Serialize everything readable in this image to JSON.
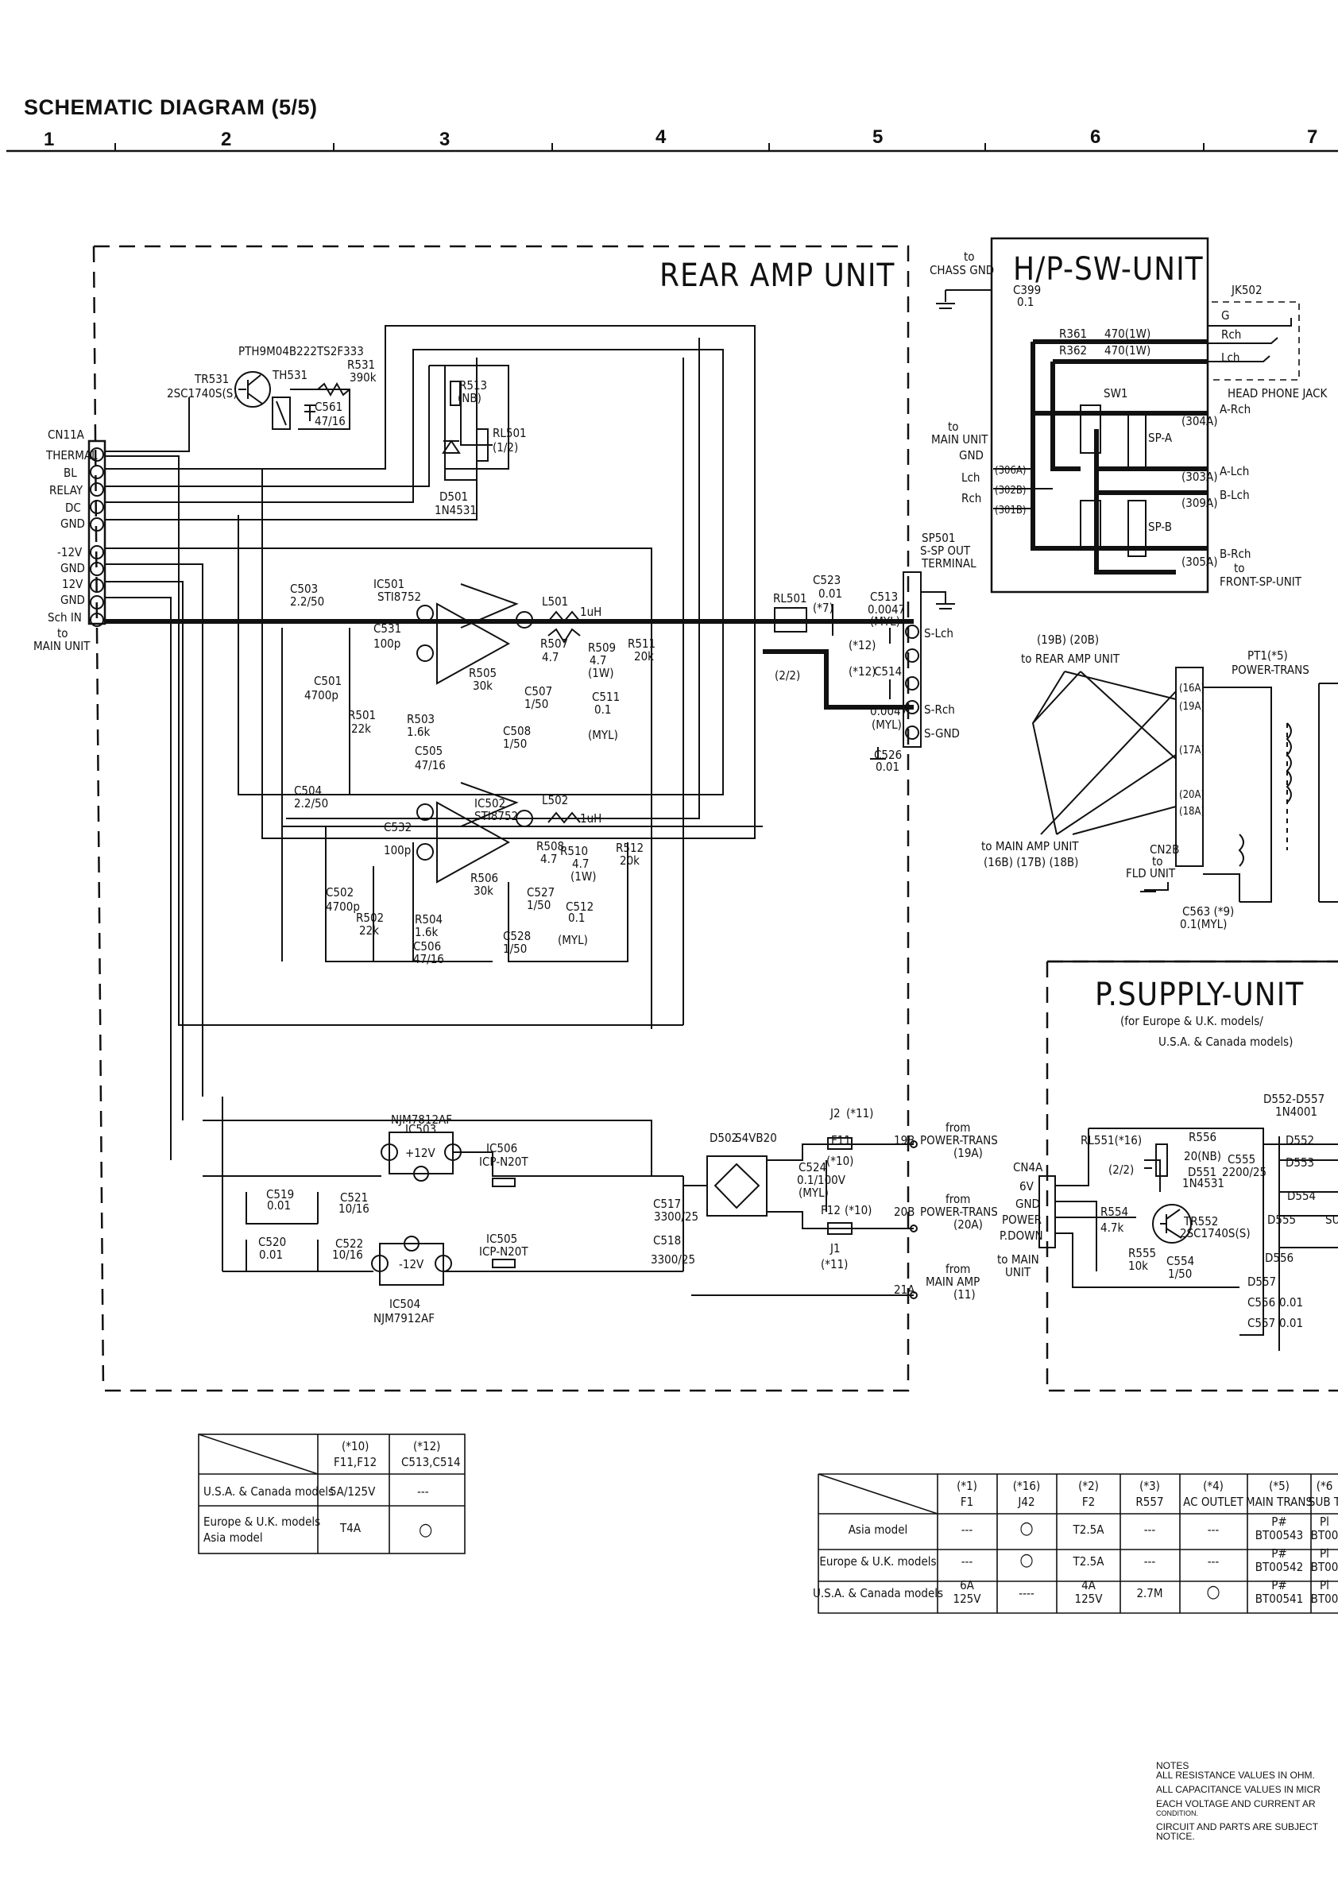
{
  "title": "SCHEMATIC DIAGRAM (5/5)",
  "columns": [
    "1",
    "2",
    "3",
    "4",
    "5",
    "6",
    "7"
  ],
  "units": {
    "rear_amp": "REAR AMP UNIT",
    "hp_sw": "H/P-SW-UNIT",
    "psu": "P.SUPPLY-UNIT",
    "psu_sub1": "(for Europe & U.K. models/",
    "psu_sub2": "U.S.A. & Canada models)"
  },
  "connector_cn11a": {
    "name": "CN11A",
    "pins": [
      "THERMAL",
      "BL",
      "RELAY",
      "DC",
      "GND",
      "-12V",
      "GND",
      "12V",
      "GND",
      "Sch IN"
    ],
    "to1": "to",
    "to2": "MAIN UNIT"
  },
  "components": {
    "pth": "PTH9M04B222TS2F333",
    "tr531": "TR531",
    "tr531_part": "2SC1740S(S)",
    "th531": "TH531",
    "r531": "R531",
    "r531_val": "390k",
    "c561": "C561",
    "c561_val": "47/16",
    "r513": "R513",
    "r513_val": "(NB)",
    "rl501": "RL501",
    "rl501_val": "(1/2)",
    "d501": "D501",
    "d501_part": "1N4531",
    "ic501": "IC501",
    "ic501_part": "STI8752",
    "ic502": "IC502",
    "ic502_part": "STI8752",
    "c503": "C503",
    "c503_val": "2.2/50",
    "c504": "C504",
    "c504_val": "2.2/50",
    "c531": "C531",
    "c531_val": "100p",
    "c532": "C532",
    "c532_val": "100p",
    "c501": "C501",
    "c501_val": "4700p",
    "c502": "C502",
    "c502_val": "4700p",
    "r501": "R501",
    "r501_val": "22k",
    "r502": "R502",
    "r502_val": "22k",
    "r503": "R503",
    "r503_val": "1.6k",
    "r504": "R504",
    "r504_val": "1.6k",
    "c505": "C505",
    "c505_val": "47/16",
    "c506": "C506",
    "c506_val": "47/16",
    "r505": "R505",
    "r505_val": "30k",
    "r506": "R506",
    "r506_val": "30k",
    "l501": "L501",
    "l501_val": "1uH",
    "l502": "L502",
    "l502_val": "1uH",
    "r507": "R507",
    "r507_val": "4.7",
    "r508": "R508",
    "r508_val": "4.7",
    "r509": "R509",
    "r509_val": "4.7",
    "r509_w": "(1W)",
    "r510": "R510",
    "r510_val": "4.7",
    "r510_w": "(1W)",
    "r511": "R511",
    "r511_val": "20k",
    "r512": "R512",
    "r512_val": "20k",
    "c507": "C507",
    "c507_val": "1/50",
    "c527": "C527",
    "c527_val": "1/50",
    "c508": "C508",
    "c508_val": "1/50",
    "c528": "C528",
    "c528_val": "1/50",
    "c511": "C511",
    "c511_val": "0.1",
    "c511_t": "(MYL)",
    "c512": "C512",
    "c512_val": "0.1",
    "c512_t": "(MYL)",
    "rl501b": "RL501",
    "rl501b_val": "(2/2)",
    "c523": "C523",
    "c523_val": "0.01",
    "c523_n": "(*7)",
    "c513": "C513",
    "c513_val": "0.0047",
    "c513_t": "(MYL)",
    "c514": "C514",
    "c514_val": "0.0047",
    "c514_t": "(MYL)",
    "n12a": "(*12)",
    "n12b": "(*12)",
    "c526": "C526",
    "c526_val": "0.01",
    "sp501": "SP501",
    "sp501_a": "S-SP OUT",
    "sp501_b": "TERMINAL",
    "slch": "S-Lch",
    "srch": "S-Rch",
    "sgnd": "S-GND",
    "ic503": "IC503",
    "ic503_part": "NJM7812AF",
    "p12v": "+12V",
    "ic504": "IC504",
    "ic504_part": "NJM7912AF",
    "m12v": "-12V",
    "ic506": "IC506",
    "ic506_part": "ICP-N20T",
    "ic505": "IC505",
    "ic505_part": "ICP-N20T",
    "c519": "C519",
    "c519_val": "0.01",
    "c520": "C520",
    "c520_val": "0.01",
    "c521": "C521",
    "c521_val": "10/16",
    "c522": "C522",
    "c522_val": "10/16",
    "c517": "C517",
    "c517_val": "3300/25",
    "c518": "C518",
    "c518_val": "3300/25",
    "d502": "D502",
    "d502_part": "S4VB20",
    "c524": "C524",
    "c524_val": "0.1/100V",
    "c524_t": "(MYL)",
    "c524_n": "(*10)",
    "j2": "J2",
    "j2_n": "(*11)",
    "j1": "J1",
    "j1_n": "(*11)",
    "f11": "F11",
    "f12": "F12",
    "f12_n": "(*10)",
    "n19b": "19B",
    "n20b": "20B",
    "n21a": "21A",
    "from1": "from",
    "from1b": "POWER-TRANS",
    "from1c": "(19A)",
    "from2": "from",
    "from2b": "POWER-TRANS",
    "from2c": "(20A)",
    "from3": "from",
    "from3b": "MAIN AMP",
    "from3c": "(11)",
    "chass_to": "to",
    "chass": "CHASS GND",
    "c399": "C399",
    "c399_val": "0.1",
    "r361": "R361",
    "r361_val": "470(1W)",
    "r362": "R362",
    "r362_val": "470(1W)",
    "jk502": "JK502",
    "jk_g": "G",
    "jk_rch": "Rch",
    "jk_lch": "Lch",
    "jk_name": "HEAD PHONE JACK",
    "sw1": "SW1",
    "spa": "SP-A",
    "spb": "SP-B",
    "p304a": "(304A)",
    "p303a": "(303A)",
    "p309a": "(309A)",
    "p305a": "(305A)",
    "arch": "A-Rch",
    "alch": "A-Lch",
    "blch": "B-Lch",
    "brch": "B-Rch",
    "to_front": "to",
    "front": "FRONT-SP-UNIT",
    "to_main": "to",
    "main_unit": "MAIN UNIT",
    "gnd": "GND",
    "lch": "Lch",
    "rch": "Rch",
    "p306a": "(306A)",
    "p302b": "(302B)",
    "p301b": "(301B)",
    "rear_refs": "(19B) (20B)",
    "to_rear": "to REAR AMP UNIT",
    "pt1": "PT1(*5)",
    "pt1b": "POWER-TRANS",
    "p16a": "(16A)",
    "p19a": "(19A)",
    "p17a": "(17A)",
    "p20a": "(20A)",
    "p18a": "(18A)",
    "to_mainamp": "to MAIN AMP UNIT",
    "mainamp_refs": "(16B) (17B) (18B)",
    "cn2b": "CN2B",
    "cn2b_to": "to",
    "fld": "FLD UNIT",
    "c563": "C563 (*9)",
    "c563_val": "0.1(MYL)",
    "cn4a": "CN4A",
    "cn4a_pins": [
      "6V",
      "GND",
      "POWER",
      "P.DOWN"
    ],
    "to_main2": "to MAIN",
    "unit2": "UNIT",
    "rl551": "RL551(*16)",
    "rl551_val": "(2/2)",
    "r556": "R556",
    "r556_val": "20(NB)",
    "d551": "D551",
    "d551_part": "1N4531",
    "c555": "C555",
    "c555_val": "2200/25",
    "r554": "R554",
    "r554_val": "4.7k",
    "tr552": "TR552",
    "tr552_part": "2SC1740S(S)",
    "r555": "R555",
    "r555_val": "10k",
    "c554": "C554",
    "c554_val": "1/50",
    "d552_557": "D552-D557",
    "d552_part": "1N4001",
    "d552": "D552",
    "d553": "D553",
    "d554": "D554",
    "d555": "D555",
    "d556": "D556",
    "d557": "D557",
    "c556": "C556",
    "c556_val": "0.01",
    "c557": "C557",
    "c557_val": "0.01",
    "su": "SU"
  },
  "table_left": {
    "headers": [
      [
        "(*10)",
        "F11,F12"
      ],
      [
        "(*12)",
        "C513,C514"
      ]
    ],
    "rows": [
      {
        "model": "U.S.A. & Canada models",
        "c1": "5A/125V",
        "c2": "---"
      },
      {
        "model1": "Europe & U.K. models",
        "model2": "Asia model",
        "c1": "T4A",
        "c2": "○"
      }
    ]
  },
  "table_right": {
    "headers": [
      [
        "(*1)",
        "F1"
      ],
      [
        "(*16)",
        "J42"
      ],
      [
        "(*2)",
        "F2"
      ],
      [
        "(*3)",
        "R557"
      ],
      [
        "(*4)",
        "AC OUTLET"
      ],
      [
        "(*5)",
        "MAIN TRANS"
      ],
      [
        "(*6",
        "SUB T"
      ]
    ],
    "rows": [
      {
        "model": "Asia model",
        "cells": [
          "---",
          "○",
          "T2.5A",
          "---",
          "---",
          "P#",
          "Pl"
        ],
        "cells2": [
          "",
          "",
          "",
          "",
          "",
          "BT00543",
          "BT00"
        ]
      },
      {
        "model": "Europe & U.K. models",
        "cells": [
          "---",
          "○",
          "T2.5A",
          "---",
          "---",
          "P#",
          "Pl"
        ],
        "cells2": [
          "",
          "",
          "",
          "",
          "",
          "BT00542",
          "BT00"
        ]
      },
      {
        "model": "U.S.A. & Canada models",
        "cells": [
          "6A",
          "----",
          "4A",
          "2.7M",
          "○",
          "P#",
          "Pl"
        ],
        "cells2": [
          "125V",
          "",
          "125V",
          "",
          "",
          "BT00541",
          "BT00"
        ]
      }
    ]
  },
  "notes": {
    "head": "NOTES",
    "n1": "ALL RESISTANCE VALUES IN OHM.",
    "n2": "ALL CAPACITANCE VALUES IN MICR",
    "n3a": "EACH VOLTAGE AND CURRENT AR",
    "n3b": "CONDITION.",
    "n4a": "CIRCUIT AND PARTS ARE SUBJECT",
    "n4b": "NOTICE."
  }
}
